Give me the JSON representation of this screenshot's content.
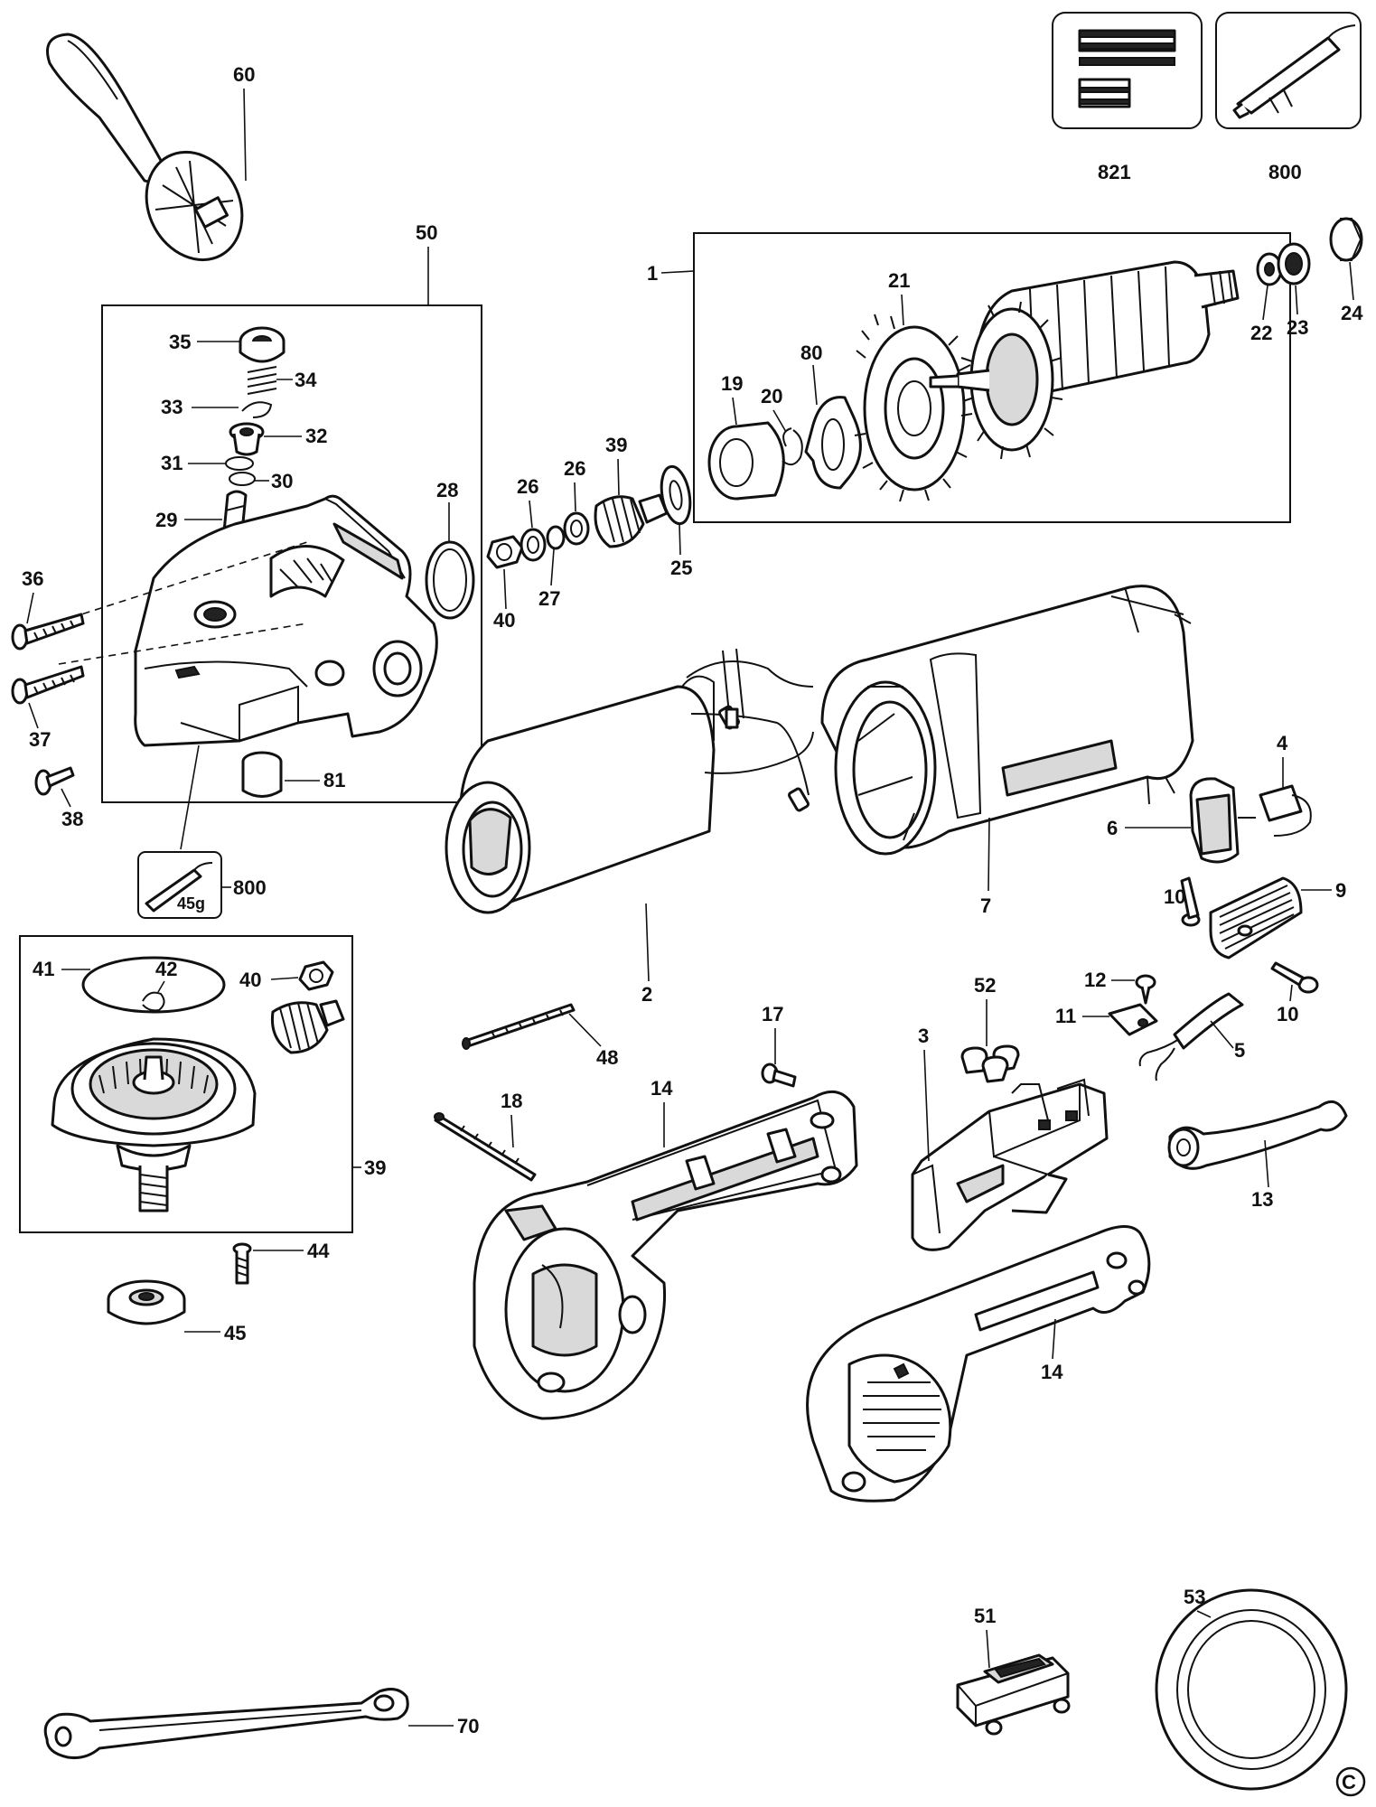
{
  "labels": {
    "l1": "1",
    "l2": "2",
    "l3": "3",
    "l4": "4",
    "l5": "5",
    "l6": "6",
    "l7": "7",
    "l9": "9",
    "l10a": "10",
    "l10b": "10",
    "l11": "11",
    "l12": "12",
    "l13": "13",
    "l14a": "14",
    "l14b": "14",
    "l17": "17",
    "l18": "18",
    "l19": "19",
    "l20": "20",
    "l21": "21",
    "l22": "22",
    "l23": "23",
    "l24": "24",
    "l25": "25",
    "l26a": "26",
    "l26b": "26",
    "l27": "27",
    "l28": "28",
    "l29": "29",
    "l30": "30",
    "l31": "31",
    "l32": "32",
    "l33": "33",
    "l34": "34",
    "l35": "35",
    "l36": "36",
    "l37": "37",
    "l38": "38",
    "l39a": "39",
    "l39b": "39",
    "l40a": "40",
    "l40b": "40",
    "l41": "41",
    "l42": "42",
    "l44": "44",
    "l45": "45",
    "l48": "48",
    "l50": "50",
    "l51": "51",
    "l52": "52",
    "l53": "53",
    "l60": "60",
    "l70": "70",
    "l80": "80",
    "l81": "81",
    "l800a": "800",
    "l800b": "800",
    "l821": "821"
  },
  "grease_weight": "45g",
  "copyright_symbol": "C"
}
